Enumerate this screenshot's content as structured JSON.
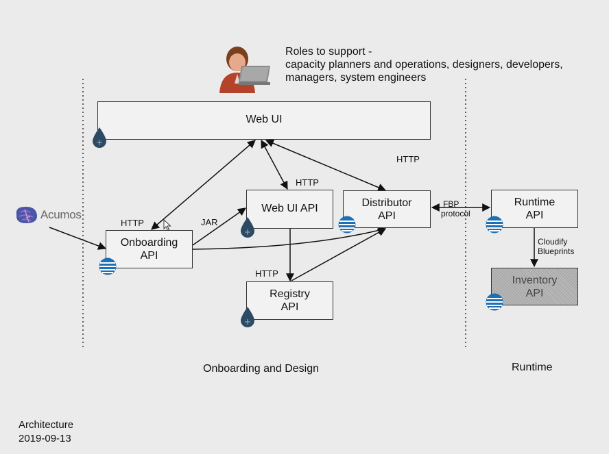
{
  "roles": {
    "line1": "Roles to support -",
    "line2": "capacity planners and operations, designers, developers,",
    "line3": "managers, system engineers"
  },
  "boxes": {
    "web_ui": "Web UI",
    "web_ui_api": "Web UI API",
    "distributor_api_line1": "Distributor",
    "distributor_api_line2": "API",
    "onboarding_api_line1": "Onboarding",
    "onboarding_api_line2": "API",
    "registry_api_line1": "Registry",
    "registry_api_line2": "API",
    "runtime_api_line1": "Runtime",
    "runtime_api_line2": "API",
    "inventory_api_line1": "Inventory",
    "inventory_api_line2": "API"
  },
  "edge_labels": {
    "http_top_right": "HTTP",
    "http_webui_api": "HTTP",
    "http_onboarding": "HTTP",
    "jar": "JAR",
    "http_registry": "HTTP",
    "fbp_line1": "FBP",
    "fbp_line2": "protocol",
    "cloudify_line1": "Cloudify",
    "cloudify_line2": "Blueprints"
  },
  "acumos": "Acumos",
  "sections": {
    "onboarding_design": "Onboarding and Design",
    "runtime": "Runtime"
  },
  "footer": {
    "title": "Architecture",
    "date": "2019-09-13"
  },
  "colors": {
    "background": "#ebebeb",
    "box_fill": "#f2f2f2",
    "inventory_fill": "#b8b8b8",
    "att_blue": "#1f6fb5",
    "drop_blue": "#2d4a64"
  }
}
